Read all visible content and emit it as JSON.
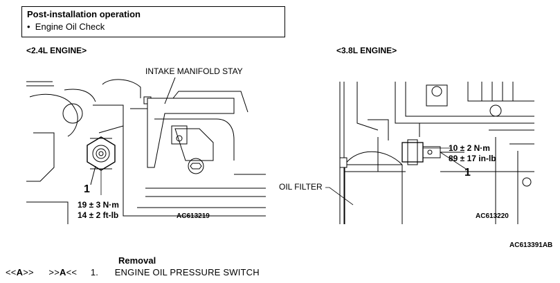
{
  "note": {
    "title": "Post-installation operation",
    "bullet": "•",
    "item": "Engine Oil Check"
  },
  "left_diagram": {
    "engine_label": "<2.4L ENGINE>",
    "callout_stay": "INTAKE MANIFOLD STAY",
    "part_number": "1",
    "torque_nm": "19 ± 3 N·m",
    "torque_ftlb": "14 ± 2 ft-lb",
    "figure_code": "AC613219"
  },
  "right_diagram": {
    "engine_label": "<3.8L ENGINE>",
    "callout_filter": "OIL FILTER",
    "part_number": "1",
    "torque_nm": "10 ± 2 N·m",
    "torque_inlb": "89 ± 17 in-lb",
    "figure_code": "AC613220"
  },
  "page_figure_code": "AC613391AB",
  "removal": {
    "heading": "Removal",
    "service_point_a_left": "<<",
    "service_point_a_letter": "A",
    "service_point_a_right": ">>",
    "service_point_b_left": ">>",
    "service_point_b_letter": "A",
    "service_point_b_right": "<<",
    "step_number": "1.",
    "step_text": "ENGINE OIL PRESSURE SWITCH"
  }
}
